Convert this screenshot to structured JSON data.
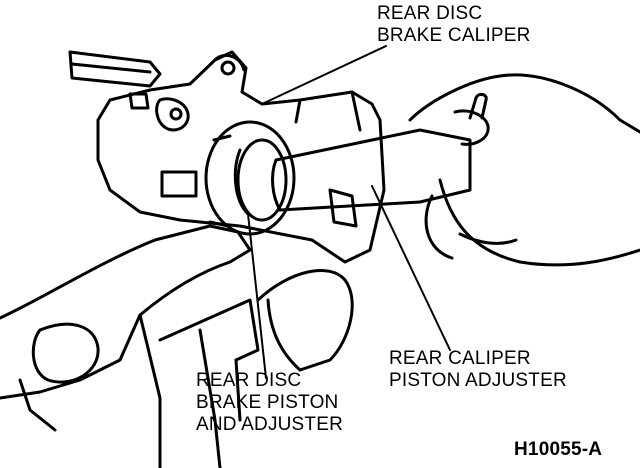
{
  "labels": {
    "caliper": [
      "REAR DISC",
      "BRAKE CALIPER"
    ],
    "piston_adjuster": [
      "REAR CALIPER",
      "PISTON ADJUSTER"
    ],
    "piston_and_adjuster": [
      "REAR DISC",
      "BRAKE PISTON",
      "AND ADJUSTER"
    ]
  },
  "figure_code": "H10055-A",
  "colors": {
    "ink": "#000000",
    "paper": "#ffffff"
  }
}
